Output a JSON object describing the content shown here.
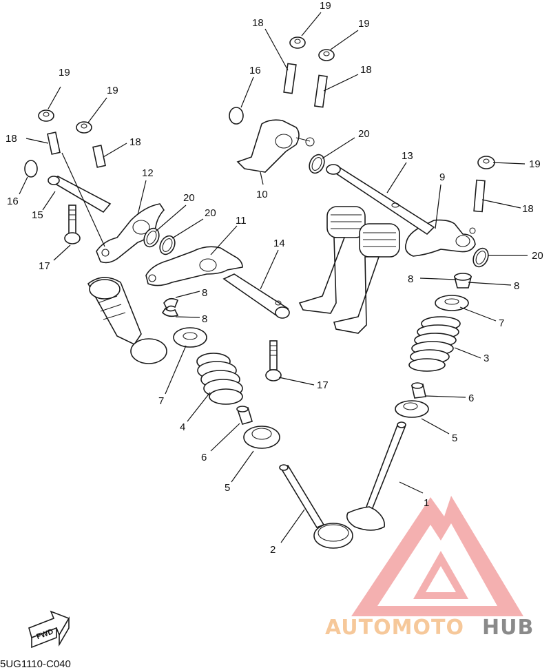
{
  "diagram_code": "5UG1110-C040",
  "fwd_label": "FWD",
  "watermark": {
    "text_a": "AUTOMOTO",
    "text_b": "HUB",
    "color_a": "#f6c89a",
    "color_b": "#8a8a8a",
    "logo_color": "#f3a3a3"
  },
  "callouts": {
    "c1": "1",
    "c2": "2",
    "c3": "3",
    "c4": "4",
    "c5a": "5",
    "c5b": "5",
    "c6a": "6",
    "c6b": "6",
    "c7a": "7",
    "c7b": "7",
    "c8a": "8",
    "c8b": "8",
    "c8c": "8",
    "c8d": "8",
    "c9": "9",
    "c10": "10",
    "c11": "11",
    "c12": "12",
    "c13": "13",
    "c14": "14",
    "c15": "15",
    "c16a": "16",
    "c16b": "16",
    "c17a": "17",
    "c17b": "17",
    "c18a": "18",
    "c18b": "18",
    "c18c": "18",
    "c18d": "18",
    "c18e": "18",
    "c19a": "19",
    "c19b": "19",
    "c19c": "19",
    "c19d": "19",
    "c19e": "19",
    "c20a": "20",
    "c20b": "20",
    "c20c": "20",
    "c20d": "20"
  }
}
